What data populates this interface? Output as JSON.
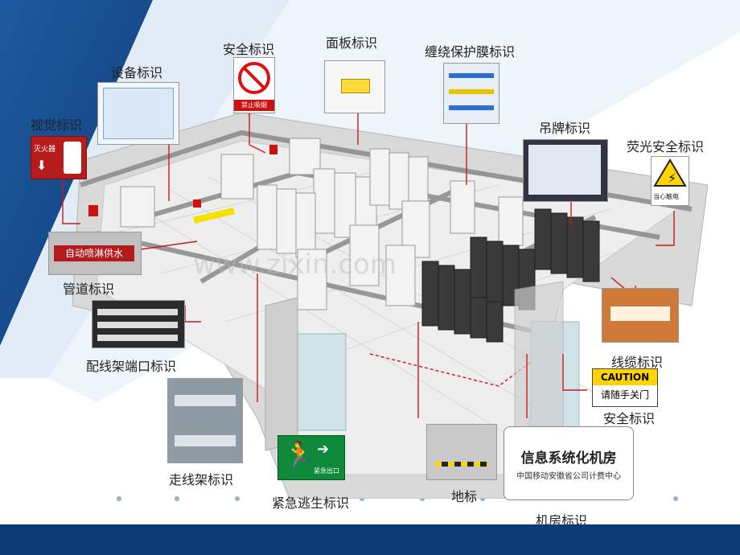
{
  "labels": {
    "visual": "视觉标识",
    "equipment": "设备标识",
    "safety_top": "安全标识",
    "panel": "面板标识",
    "wrap": "缠绕保护膜标识",
    "hang": "吊牌标识",
    "fluorescent": "荧光安全标识",
    "pipe": "管道标识",
    "patch": "配线架端口标识",
    "cable": "线缆标识",
    "safety_bottom": "安全标识",
    "tray": "走线架标识",
    "escape": "紧急逃生标识",
    "floor": "地标",
    "room": "机房标识"
  },
  "thumbs": {
    "fire": "灭火器",
    "pipe_text": "自动喷淋供水",
    "safety_sign": "禁止吸烟",
    "fluor_sign": "当心触电",
    "escape_sign": "紧急出口",
    "caution": "CAUTION",
    "caution_sub": "请随手关门",
    "room_title": "信息系统化机房",
    "room_sub": "中国移动安徽省公司计费中心"
  },
  "watermark": "www.zixin.com",
  "colors": {
    "footer": "#0c3a74",
    "accent_line": "#cc1a1a",
    "bg_blue": "#1c4f8c"
  }
}
